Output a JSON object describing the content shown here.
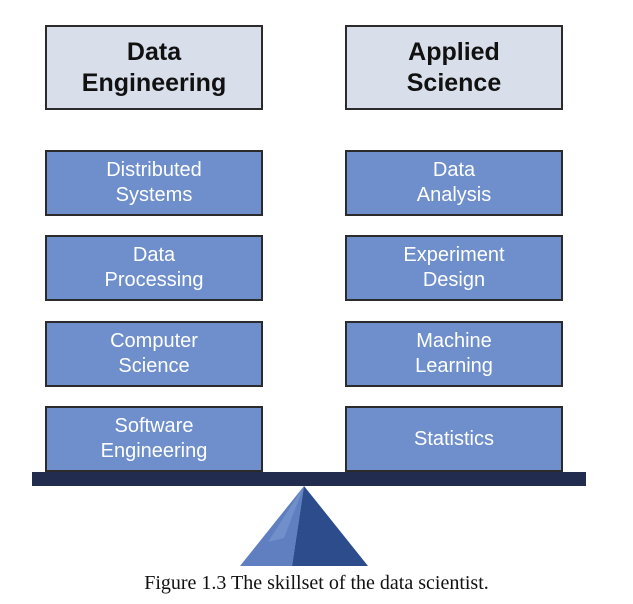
{
  "columns": {
    "left": {
      "header": [
        "Data",
        "Engineering"
      ],
      "skills": [
        [
          "Distributed",
          "Systems"
        ],
        [
          "Data",
          "Processing"
        ],
        [
          "Computer",
          "Science"
        ],
        [
          "Software",
          "Engineering"
        ]
      ]
    },
    "right": {
      "header": [
        "Applied",
        "Science"
      ],
      "skills": [
        [
          "Data",
          "Analysis"
        ],
        [
          "Experiment",
          "Design"
        ],
        [
          "Machine",
          "Learning"
        ],
        [
          "Statistics"
        ]
      ]
    }
  },
  "caption": "Figure 1.3 The skillset of the data scientist.",
  "colors": {
    "header_fill": "#d8dfea",
    "skill_fill": "#6e8fcc",
    "beam": "#222c4f",
    "fulcrum_light": "#5f7fc0",
    "fulcrum_dark": "#2c4c8c"
  }
}
